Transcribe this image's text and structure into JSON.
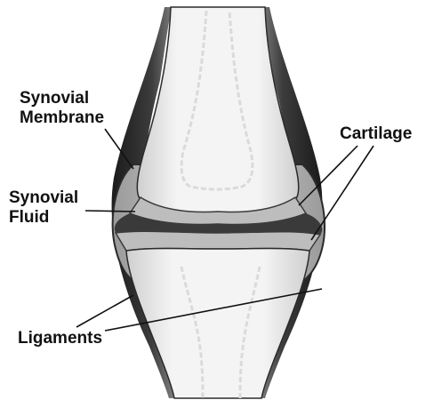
{
  "labels": {
    "synovial_membrane": {
      "line1": "Synovial",
      "line2": "Membrane"
    },
    "synovial_fluid": {
      "line1": "Synovial",
      "line2": "Fluid"
    },
    "cartilage": "Cartilage",
    "ligaments": "Ligaments"
  }
}
